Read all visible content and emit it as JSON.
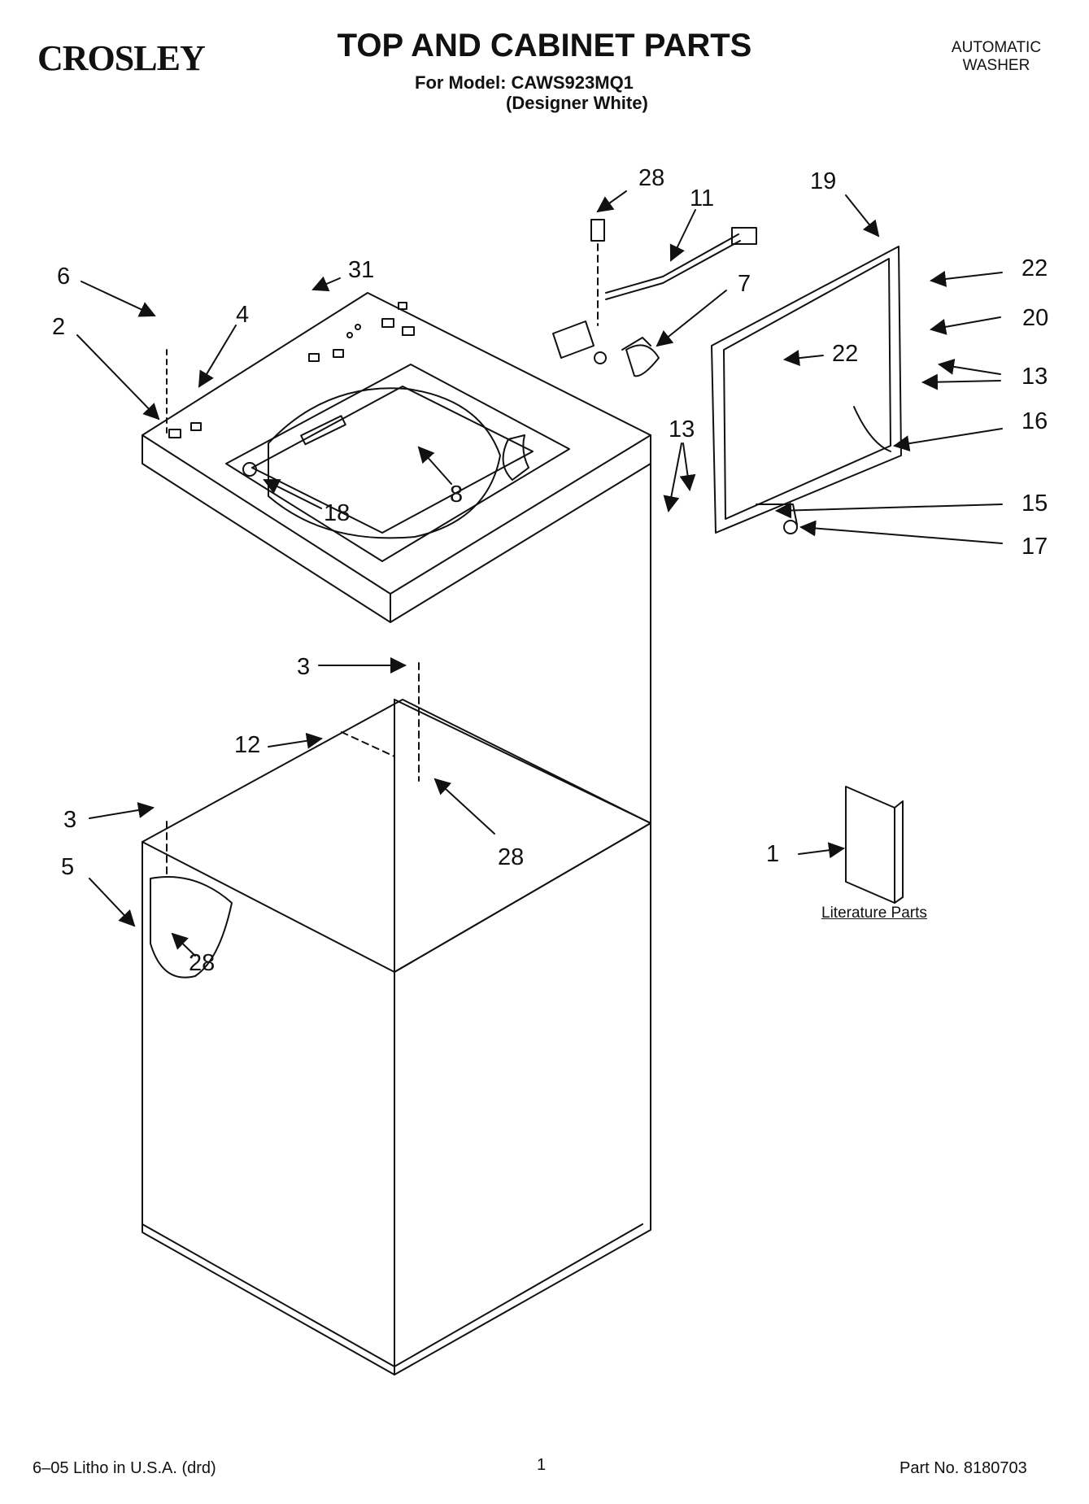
{
  "header": {
    "brand": "CROSLEY",
    "title": "TOP AND CABINET PARTS",
    "model_line": "For Model: CAWS923MQ1",
    "variant_line": "(Designer White)",
    "appliance_line1": "AUTOMATIC",
    "appliance_line2": "WASHER"
  },
  "diagram": {
    "callouts": [
      "28",
      "11",
      "19",
      "31",
      "6",
      "4",
      "2",
      "7",
      "22",
      "20",
      "22",
      "13",
      "16",
      "13",
      "15",
      "17",
      "8",
      "18",
      "3",
      "12",
      "28",
      "3",
      "5",
      "28",
      "1"
    ],
    "literature_label": "Literature Parts"
  },
  "footer": {
    "left": "6–05 Litho in U.S.A. (drd)",
    "center": "1",
    "right": "Part No. 8180703"
  },
  "colors": {
    "ink": "#111111",
    "paper": "#ffffff"
  }
}
